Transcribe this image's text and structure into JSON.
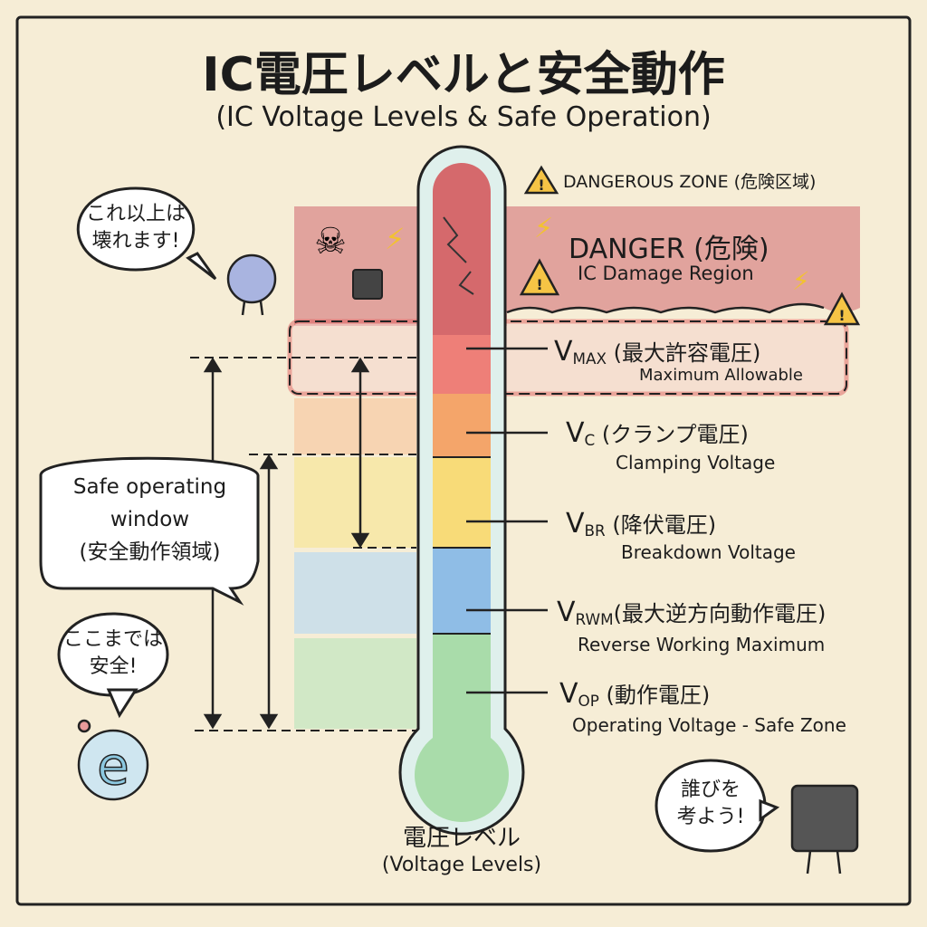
{
  "title": "IC電圧レベルと安全動作",
  "subtitle": "(IC Voltage Levels & Safe Operation)",
  "danger": {
    "zone_label": "DANGEROUS ZONE (危険区域)",
    "title": "DANGER (危険)",
    "subtitle": "IC Damage Region"
  },
  "levels": [
    {
      "symbol": "V",
      "sub": "MAX",
      "jp": "(最大許容電圧)",
      "en": "Maximum Allowable",
      "color": "#ef8a80"
    },
    {
      "symbol": "V",
      "sub": "C",
      "jp": "(クランプ電圧)",
      "en": "Clamping Voltage",
      "color": "#f5a86a"
    },
    {
      "symbol": "V",
      "sub": "BR",
      "jp": "(降伏電圧)",
      "en": "Breakdown Voltage",
      "color": "#f8dc7a"
    },
    {
      "symbol": "V",
      "sub": "RWM",
      "jp": "(最大逆方向動作電圧)",
      "en": "Reverse Working Maximum",
      "color": "#9ec8ea"
    },
    {
      "symbol": "V",
      "sub": "OP",
      "jp": "(動作電圧)",
      "en": "Operating Voltage - Safe Zone",
      "color": "#a9dcaa"
    }
  ],
  "thermometer": {
    "label_jp": "電圧レベル",
    "label_en": "(Voltage Levels)"
  },
  "safe_window": {
    "line1": "Safe operating",
    "line2": "window",
    "line3": "(安全動作領域)"
  },
  "bubbles": {
    "top_left": {
      "line1": "これ以上は",
      "line2": "壊れます!"
    },
    "bottom_left": {
      "line1": "ここまでは",
      "line2": "安全!"
    },
    "bottom_right": {
      "line1": "誰びを",
      "line2": "考よう!"
    }
  }
}
